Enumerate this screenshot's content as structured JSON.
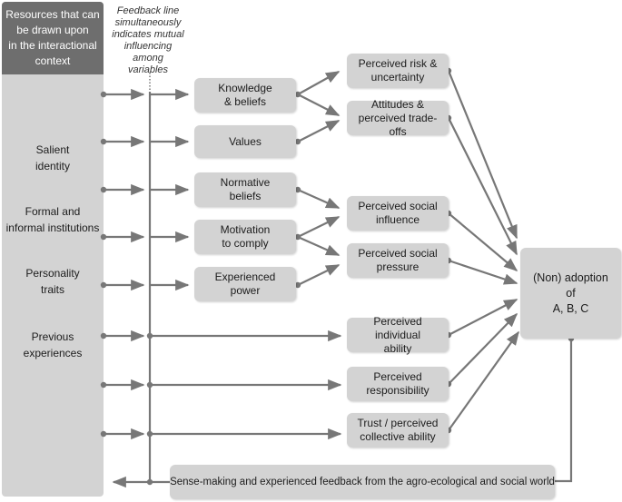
{
  "resources": {
    "header": "Resources that can\nbe drawn upon\nin the interactional\ncontext",
    "items": [
      "Salient\nidentity",
      "Formal and\ninformal institutions",
      "Personality\ntraits",
      "Previous\nexperiences"
    ]
  },
  "feedback_note": "Feedback line\nsimultaneously\nindicates mutual\ninfluencing among\nvariables",
  "determinants": [
    "Knowledge\n& beliefs",
    "Values",
    "Normative\nbeliefs",
    "Motivation\nto comply",
    "Experienced\npower"
  ],
  "perceptions": [
    "Perceived risk &\nuncertainty",
    "Attitudes &\nperceived trade-offs",
    "Perceived social\ninfluence",
    "Perceived social\npressure",
    "Perceived individual\nability",
    "Perceived\nresponsibility",
    "Trust / perceived\ncollective ability"
  ],
  "outcome": "(Non) adoption\nof\nA, B, C",
  "feedback_bar": "Sense-making and experienced feedback  from the agro-ecological and social world",
  "colors": {
    "box_fill": "#d3d3d3",
    "header_fill": "#6e6e6e",
    "arrow": "#777777"
  }
}
